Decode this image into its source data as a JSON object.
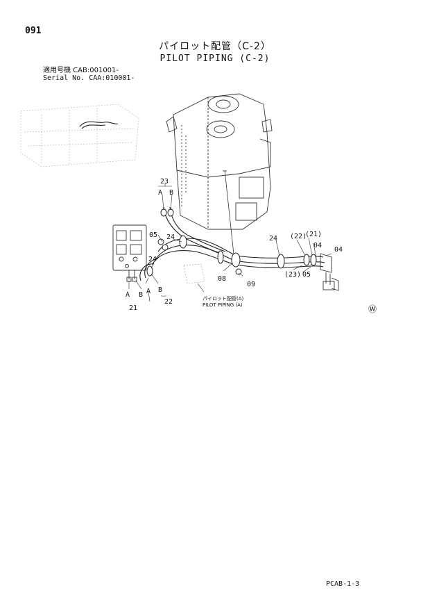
{
  "header": {
    "page_number": "091",
    "title_jp": "パイロット配管（C-2）",
    "title_en": "PILOT PIPING (C-2)"
  },
  "serial": {
    "line_jp": "適用号機 CAB:001001-",
    "line_en": "Serial No. CAA:010001-"
  },
  "callouts": {
    "c23": "23",
    "a_top": "A",
    "b_top": "B",
    "c05_left": "05",
    "c24_top": "24",
    "c24_left": "24",
    "c08": "08",
    "c09": "09",
    "c24_right": "24",
    "c22p": "(22)",
    "c21p": "(21)",
    "c04_a": "04",
    "c04_b": "04",
    "c23p": "(23)",
    "c05_right": "05",
    "a_bottom": "A",
    "b_bottom": "B",
    "a_mid": "A",
    "b_mid": "B",
    "c21": "21",
    "c22": "22"
  },
  "note": {
    "jp": "パイロット配管(A)",
    "en": "PILOT PIPING (A)"
  },
  "symbol": "Ⓦ",
  "footer": {
    "code": "PCAB-1-3"
  }
}
